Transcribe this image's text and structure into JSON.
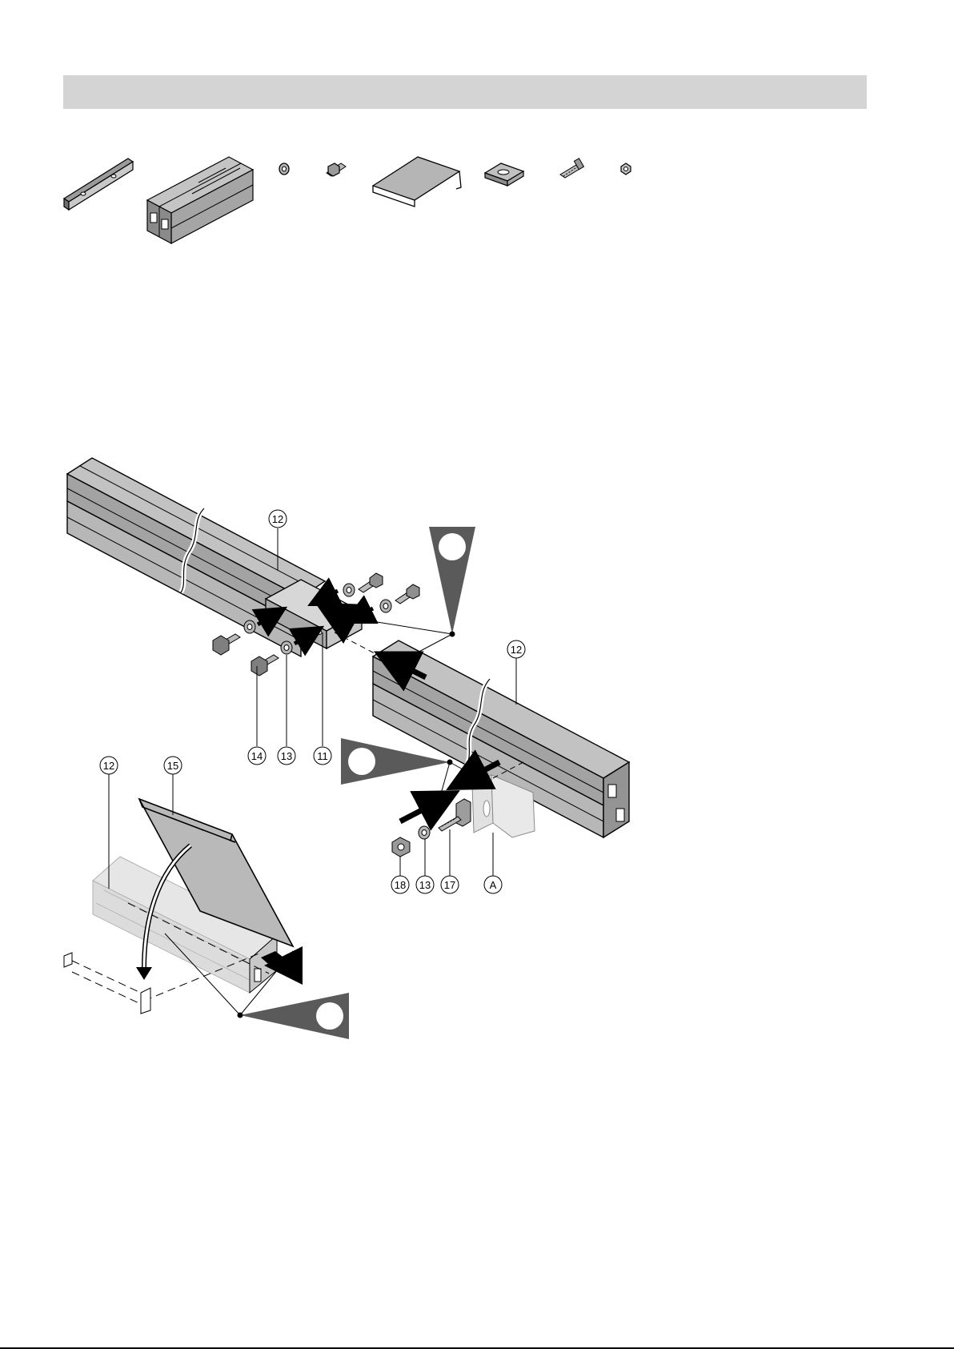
{
  "callouts": {
    "c12a": "12",
    "c12b": "12",
    "c12c": "12",
    "c14": "14",
    "c13a": "13",
    "c11": "11",
    "c15": "15",
    "c18": "18",
    "c13b": "13",
    "c17": "17",
    "cA": "A"
  },
  "colors": {
    "header_bar": "#d4d4d4",
    "part_fill": "#b7b7b7",
    "part_dark": "#8e8e8e",
    "pointer_fill": "#5a5a5a"
  }
}
